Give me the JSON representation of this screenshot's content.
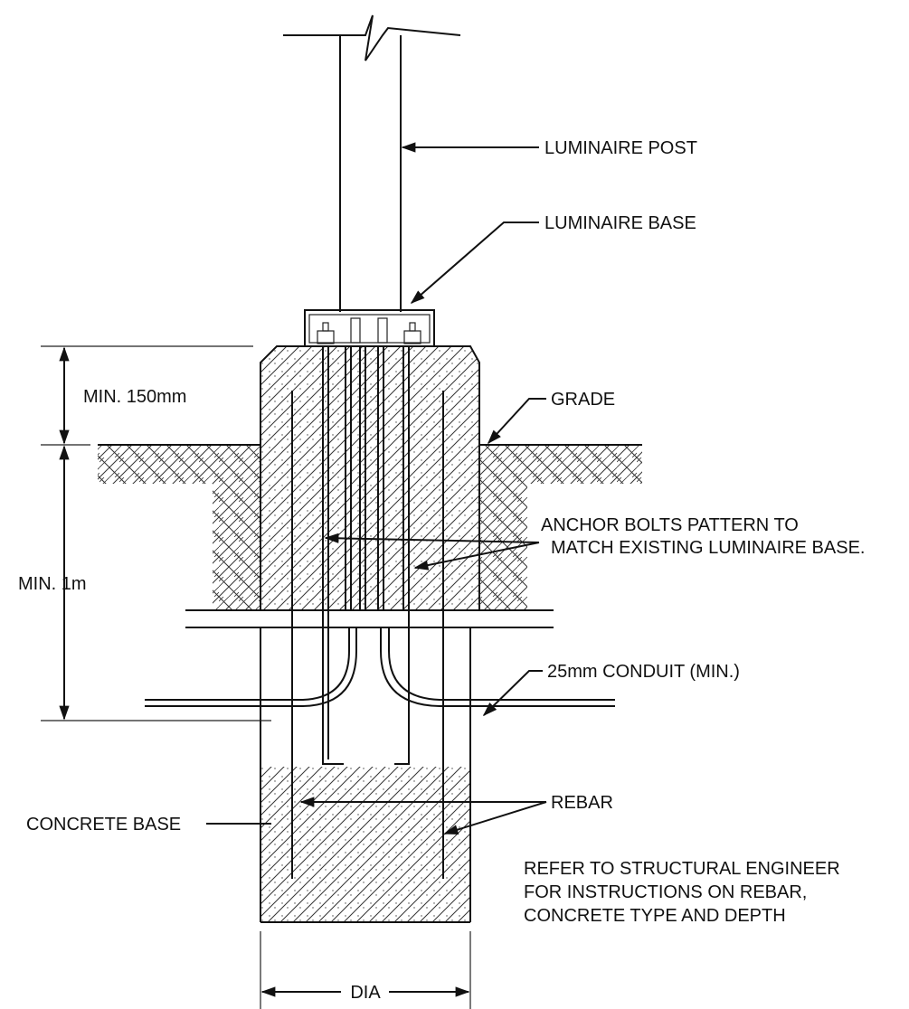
{
  "labels": {
    "luminaire_post": "LUMINAIRE POST",
    "luminaire_base": "LUMINAIRE BASE",
    "grade": "GRADE",
    "anchor_bolts_line1": "ANCHOR BOLTS PATTERN TO",
    "anchor_bolts_line2": "MATCH EXISTING LUMINAIRE BASE.",
    "conduit": "25mm CONDUIT (MIN.)",
    "rebar": "REBAR",
    "concrete_base": "CONCRETE BASE",
    "note_line1": "REFER TO STRUCTURAL ENGINEER",
    "note_line2": "FOR INSTRUCTIONS ON REBAR,",
    "note_line3": "CONCRETE TYPE AND DEPTH",
    "min_150": "MIN. 150mm",
    "min_1m": "MIN. 1m",
    "dia": "DIA"
  }
}
